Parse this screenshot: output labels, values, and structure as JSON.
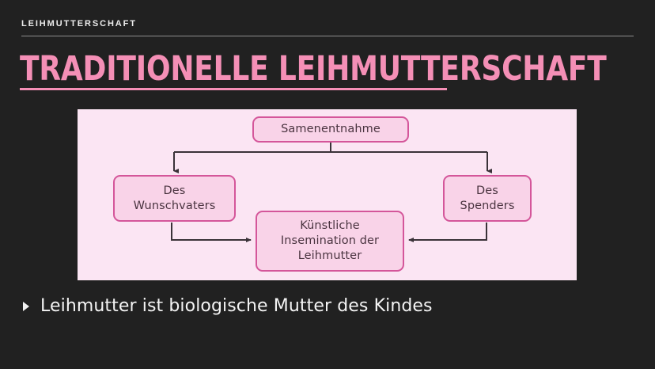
{
  "slide": {
    "background_color": "#212121",
    "eyebrow": "LEIHMUTTERSCHAFT",
    "title": "TRADITIONELLE LEIHMUTTERSCHAFT",
    "title_color": "#f48fb6",
    "text_color": "#f4f4f4"
  },
  "diagram": {
    "panel_color": "#fbe5f3",
    "box_fill": "#f9d3e8",
    "box_border": "#d4569a",
    "box_text_color": "#4a3440",
    "arrow_color": "#3a3238",
    "nodes": {
      "top": "Samenentnahme",
      "left_line1": "Des",
      "left_line2": "Wunschvaters",
      "right_line1": "Des",
      "right_line2": "Spenders",
      "center_line1": "Künstliche",
      "center_line2": "Insemination der",
      "center_line3": "Leihmutter"
    }
  },
  "bullets": [
    {
      "marker": "triangle-right-icon",
      "text": "Leihmutter ist biologische Mutter des Kindes"
    }
  ]
}
